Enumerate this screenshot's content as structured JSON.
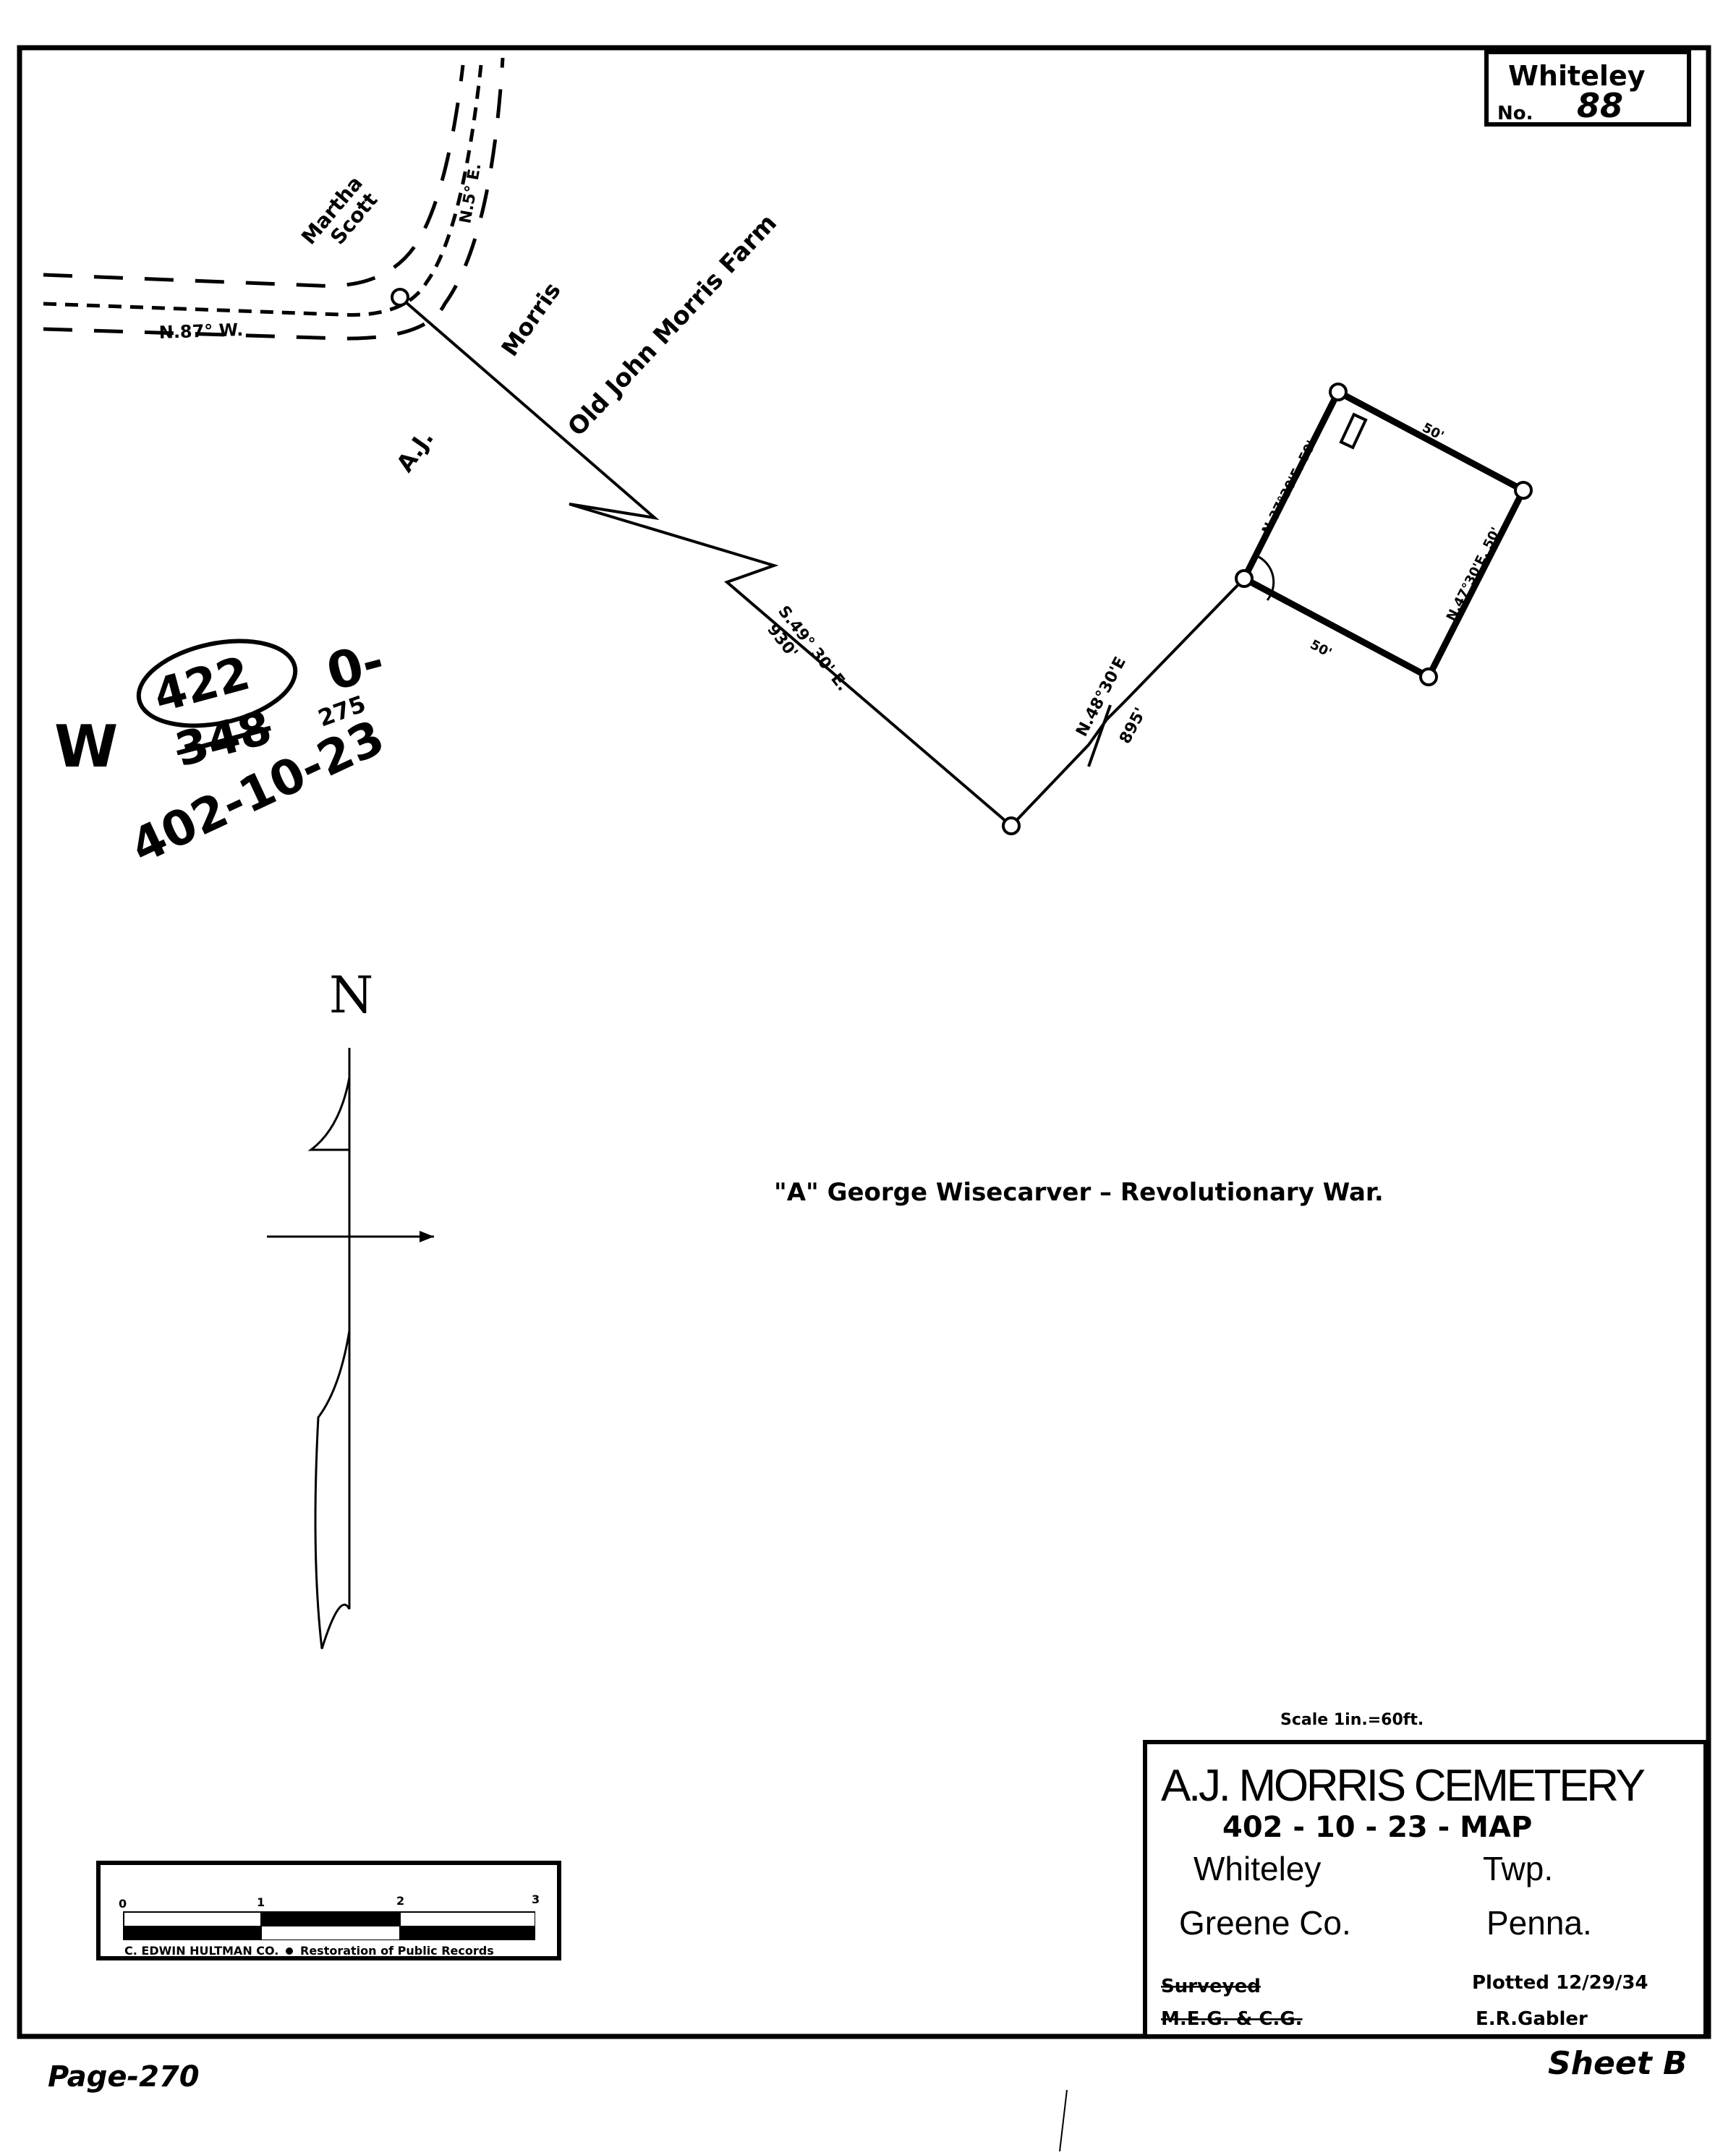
{
  "corner_box": {
    "township": "Whiteley",
    "no_label": "No.",
    "number": "88"
  },
  "labels": {
    "martha": "Martha",
    "scott": "Scott",
    "road_bearing_n": "N.87° W.",
    "road_bearing_e": "N.5° E.",
    "aj": "A.J.",
    "morris": "Morris",
    "old_farm": "Old John Morris Farm",
    "course1_bearing": "S.49° 30' E.",
    "course1_dist": "930'",
    "course2_bearing": "N.48°30'E",
    "course2_dist": "895'",
    "side_nw": "N.37°30'E. 50'",
    "side_ne": "50'",
    "side_se": "N.47°30'E. 50'",
    "side_sw": "50'",
    "grave_note": "\"A\" George Wisecarver – Revolutionary War.",
    "north": "N"
  },
  "handwritten": {
    "prefix": "W",
    "circled": "422",
    "crossed": "348",
    "suffix_top": "0-",
    "suffix_small": "275",
    "code": "402-10-23"
  },
  "scale_text": "Scale 1in.=60ft.",
  "title_block": {
    "title": "A.J. MORRIS CEMETERY",
    "map_code": "402 - 10 - 23 - MAP",
    "township": "Whiteley",
    "twp": "Twp.",
    "county": "Greene Co.",
    "state": "Penna.",
    "surveyed_label": "Surveyed",
    "surveyors": "M.E.G. & C.G.",
    "plotted": "Plotted 12/29/34",
    "plotter": "E.R.Gabler"
  },
  "sheet": "Sheet B",
  "page": "Page-270",
  "scale_bar": {
    "ticks": [
      "0",
      "1",
      "2",
      "3"
    ],
    "caption_left": "C. EDWIN HULTMAN CO.",
    "caption_right": "Restoration of Public Records"
  }
}
